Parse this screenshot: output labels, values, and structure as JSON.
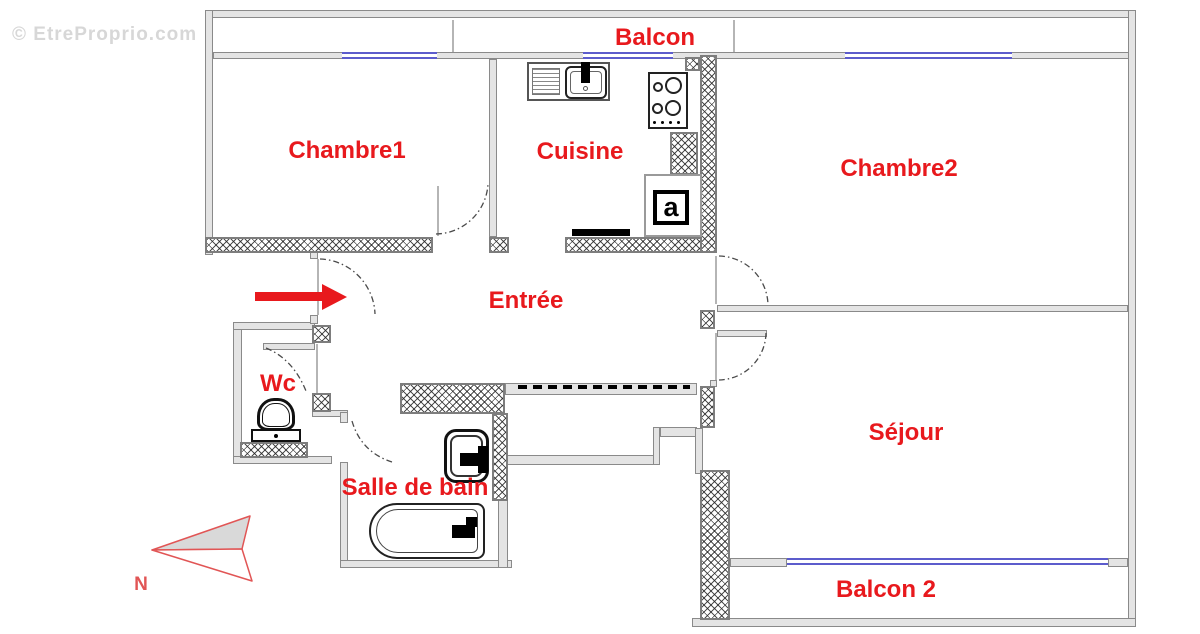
{
  "watermark": "© EtreProprio.com",
  "colors": {
    "label_red": "#e8191d",
    "window_blue": "#5c5ccc",
    "wall_gray": "#e4e4e4",
    "wall_edge": "#8a8a8a",
    "watermark_gray": "#d7d7d7",
    "compass_red": "#e15555"
  },
  "rooms": {
    "balcon": {
      "label": "Balcon"
    },
    "chambre1": {
      "label": "Chambre1"
    },
    "cuisine": {
      "label": "Cuisine"
    },
    "chambre2": {
      "label": "Chambre2"
    },
    "entree": {
      "label": "Entrée"
    },
    "wc": {
      "label": "Wc"
    },
    "salle_de_bain": {
      "label": "Salle de bain"
    },
    "sejour": {
      "label": "Séjour"
    },
    "balcon2": {
      "label": "Balcon 2"
    }
  },
  "compass": {
    "label": "N"
  },
  "appliance": {
    "label": "a"
  },
  "fixtures": [
    "kitchen-sink",
    "stove",
    "appliance-a",
    "toilet",
    "washbasin",
    "bathtub"
  ]
}
